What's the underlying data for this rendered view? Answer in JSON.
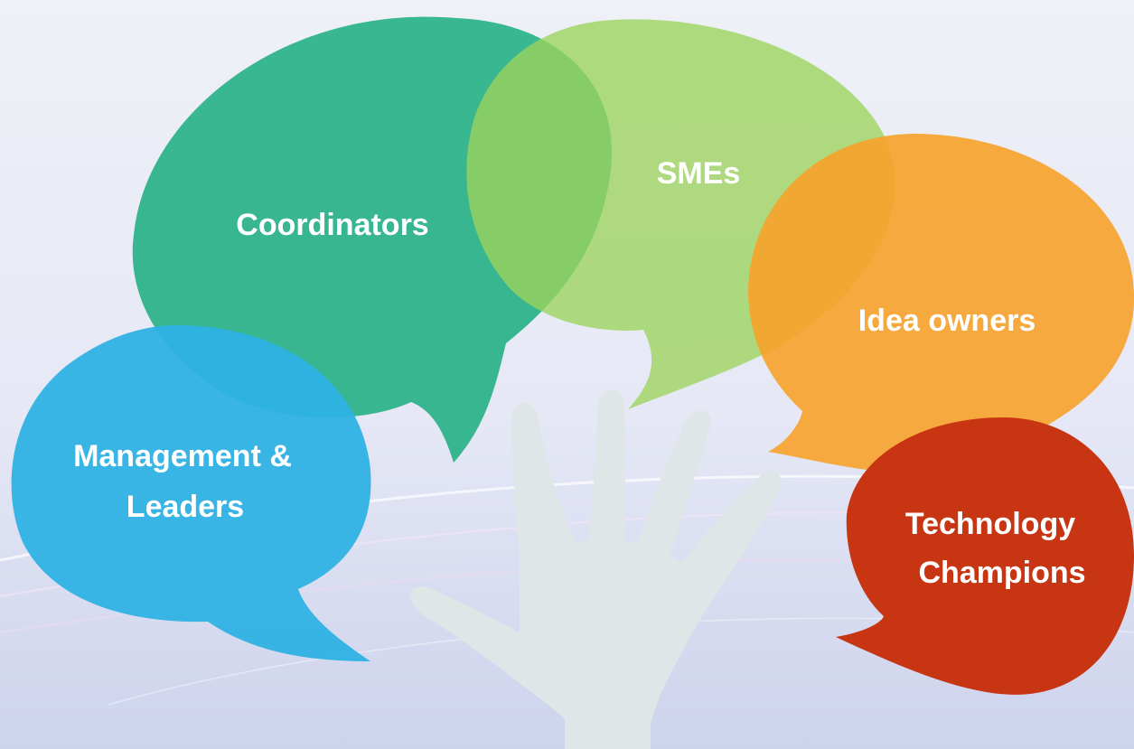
{
  "colors": {
    "background_top": "#eef1f6",
    "background_bottom": "#cdd3ec",
    "hand": "#dfe6e8",
    "coordinators": "#2eb38a",
    "smes": "#9cd35c",
    "idea_owners": "#f7a22a",
    "technology_champions": "#c83512",
    "management_leaders": "#2eb1e3",
    "label_text": "#ffffff"
  },
  "icons": {
    "hand": "open-hand-silhouette-icon",
    "bubble": "speech-bubble-icon"
  },
  "bubbles": {
    "coordinators": {
      "lines": [
        "Coordinators"
      ]
    },
    "smes": {
      "lines": [
        "SMEs"
      ]
    },
    "idea_owners": {
      "lines": [
        "Idea owners"
      ]
    },
    "technology_champions": {
      "lines": [
        "Technology",
        "Champions"
      ]
    },
    "management_leaders": {
      "lines": [
        "Management &",
        "Leaders"
      ]
    }
  }
}
